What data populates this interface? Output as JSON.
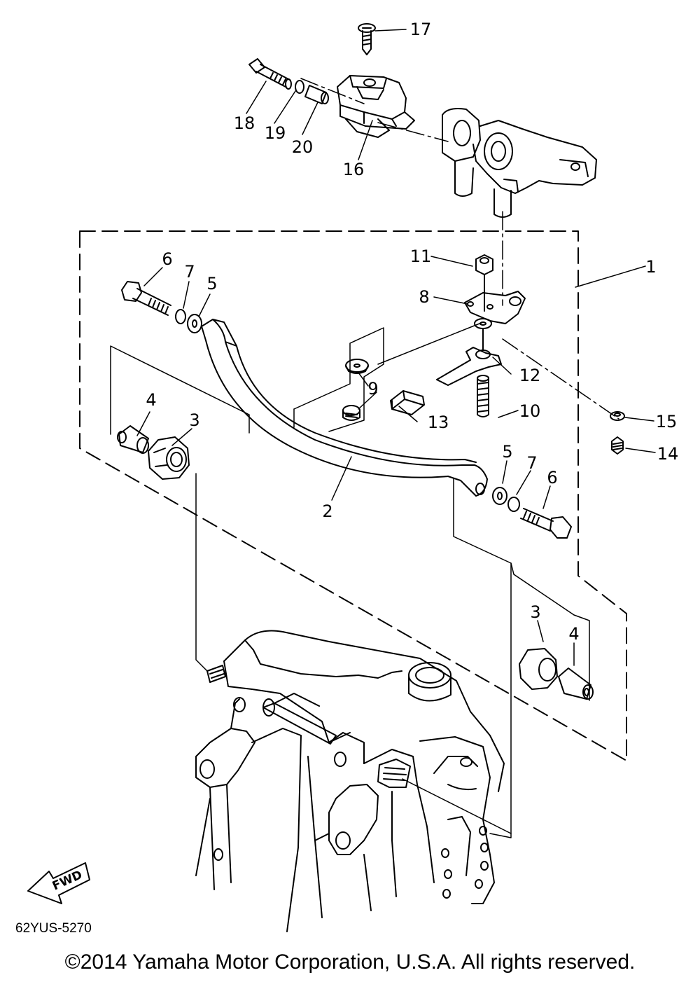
{
  "diagram": {
    "callouts": [
      {
        "id": "c1",
        "text": "1"
      },
      {
        "id": "c2",
        "text": "2"
      },
      {
        "id": "c3a",
        "text": "3"
      },
      {
        "id": "c3b",
        "text": "3"
      },
      {
        "id": "c4a",
        "text": "4"
      },
      {
        "id": "c4b",
        "text": "4"
      },
      {
        "id": "c5a",
        "text": "5"
      },
      {
        "id": "c5b",
        "text": "5"
      },
      {
        "id": "c6a",
        "text": "6"
      },
      {
        "id": "c6b",
        "text": "6"
      },
      {
        "id": "c7a",
        "text": "7"
      },
      {
        "id": "c7b",
        "text": "7"
      },
      {
        "id": "c8",
        "text": "8"
      },
      {
        "id": "c9",
        "text": "9"
      },
      {
        "id": "c10",
        "text": "10"
      },
      {
        "id": "c11",
        "text": "11"
      },
      {
        "id": "c12",
        "text": "12"
      },
      {
        "id": "c13",
        "text": "13"
      },
      {
        "id": "c14",
        "text": "14"
      },
      {
        "id": "c15",
        "text": "15"
      },
      {
        "id": "c16",
        "text": "16"
      },
      {
        "id": "c17",
        "text": "17"
      },
      {
        "id": "c18",
        "text": "18"
      },
      {
        "id": "c19",
        "text": "19"
      },
      {
        "id": "c20",
        "text": "20"
      }
    ],
    "fwd_label": "FWD",
    "drawing_code": "62YUS-5270",
    "line_color": "#000000",
    "background_color": "#ffffff"
  },
  "footer": {
    "copyright": "©2014 Yamaha Motor Corporation, U.S.A. All rights reserved."
  }
}
